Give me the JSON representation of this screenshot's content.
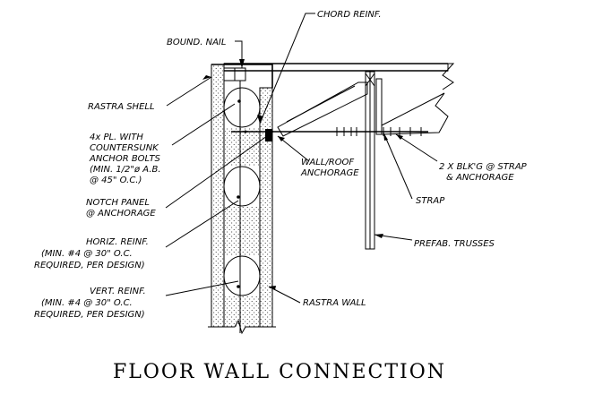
{
  "title": "FLOOR WALL CONNECTION",
  "labels": {
    "chord_reinf": "CHORD REINF.",
    "bound_nail": "BOUND. NAIL",
    "rastra_shell": "RASTRA SHELL",
    "plate_1": "4x PL. WITH",
    "plate_2": "COUNTERSUNK",
    "plate_3": "ANCHOR BOLTS",
    "plate_4": "(MIN. 1/2\"ø A.B.",
    "plate_5": "@ 45\" O.C.)",
    "notch_1": "NOTCH PANEL",
    "notch_2": "@ ANCHORAGE",
    "horiz_1": "HORIZ. REINF.",
    "horiz_2": "(MIN. #4 @ 30\" O.C.",
    "horiz_3": "REQUIRED, PER DESIGN)",
    "vert_1": "VERT. REINF.",
    "vert_2": "(MIN. #4 @ 30\" O.C.",
    "vert_3": "REQUIRED, PER DESIGN)",
    "wall_roof_1": "WALL/ROOF",
    "wall_roof_2": "ANCHORAGE",
    "blkg_1": "2 X BLK'G @ STRAP",
    "blkg_2": "& ANCHORAGE",
    "strap": "STRAP",
    "prefab": "PREFAB. TRUSSES",
    "rastra_wall": "RASTRA WALL"
  }
}
